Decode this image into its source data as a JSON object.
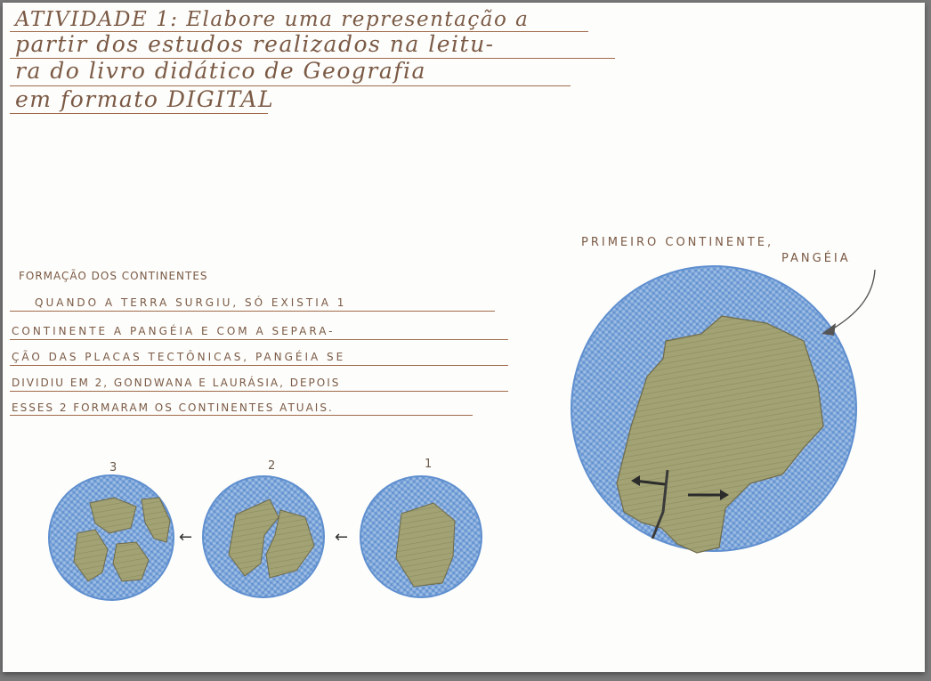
{
  "activity": {
    "lines": [
      "ATIVIDADE 1: Elabore uma representação a",
      "partir dos estudos realizados na leitu-",
      "ra do livro didático de Geografia",
      "em formato DIGITAL"
    ]
  },
  "section": {
    "title": "FORMAÇÃO DOS CONTINENTES",
    "paragraph": [
      "QUANDO A TERRA SURGIU, SÓ EXISTIA 1",
      "CONTINENTE A PANGÉIA E COM A SEPARA-",
      "ÇÃO DAS PLACAS TECTÔNICAS, PANGÉIA SE",
      "DIVIDIU EM 2, GONDWANA E LAURÁSIA, DEPOIS",
      "ESSES 2 FORMARAM OS CONTINENTES ATUAIS."
    ]
  },
  "sequence": {
    "labels": [
      "3",
      "2",
      "1"
    ],
    "arrow": "←"
  },
  "pangea": {
    "label_line1": "PRIMEIRO CONTINENTE,",
    "label_line2": "PANGÉIA"
  },
  "colors": {
    "ocean": "#8fb3dc",
    "ocean_edge": "#5f8fcf",
    "land": "#9fa070",
    "ink": "#7b5a45",
    "ruled_line": "#a06b4b"
  }
}
